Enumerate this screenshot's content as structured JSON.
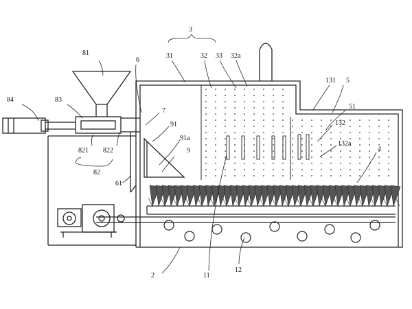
{
  "labels": {
    "l3": "3",
    "l31": "31",
    "l32": "32",
    "l33": "33",
    "l32a": "32a",
    "l81": "81",
    "l6": "6",
    "l84": "84",
    "l83": "83",
    "l7": "7",
    "l91": "91",
    "l91a": "91a",
    "l9": "9",
    "l821": "821",
    "l822": "822",
    "l82": "82",
    "l61": "61",
    "l131": "131",
    "l5": "5",
    "l51": "51",
    "l132": "132",
    "l132a": "132a",
    "l4": "4",
    "l2": "2",
    "l11": "11",
    "l12": "12"
  }
}
